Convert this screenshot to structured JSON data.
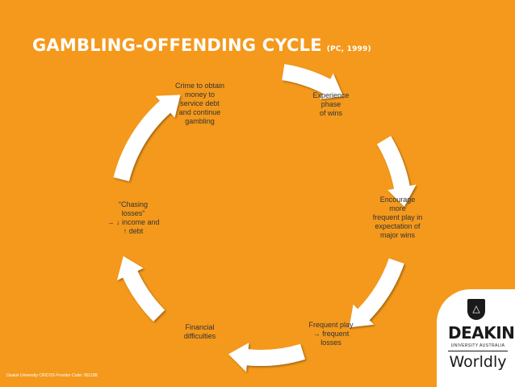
{
  "slide": {
    "title": "GAMBLING-OFFENDING CYCLE",
    "citation": "(PC, 1999)",
    "background_color": "#f4991c",
    "footer": "Deakin University CRICOS Provider Code: 00113B"
  },
  "cycle": {
    "nodes": [
      "Crime to obtain\nmoney to\nservice debt\nand continue\ngambling",
      "Experience\nphase\nof wins",
      "Encourage\nmore\nfrequent play in\nexpectation of\nmajor wins",
      "Frequent play\n→ frequent\nlosses",
      "Financial\ndifficulties",
      "“Chasing\nlosses”\n→ ↓ income and\n↑ debt"
    ],
    "arrow_color": "#ffffff"
  },
  "logo": {
    "crest_icon": "deakin-crest-icon",
    "name": "DEAKIN",
    "subtitle": "UNIVERSITY AUSTRALIA",
    "tagline": "Worldly"
  }
}
